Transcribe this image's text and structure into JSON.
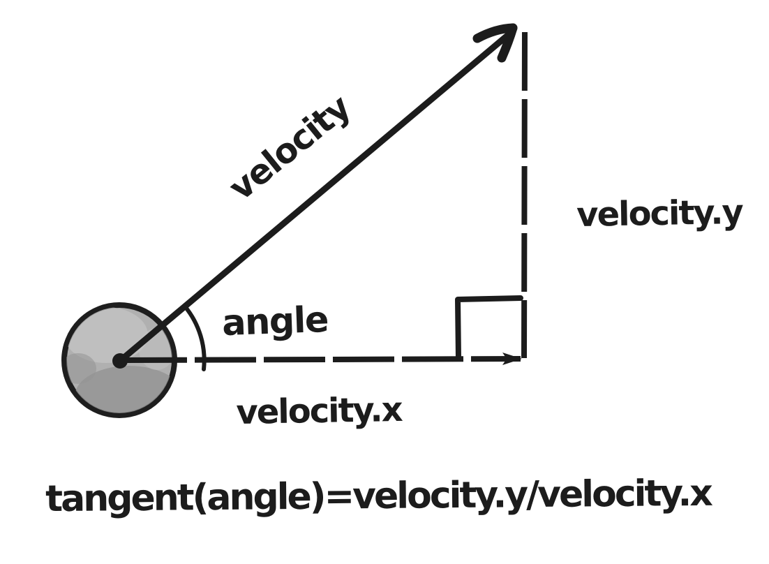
{
  "diagram": {
    "labels": {
      "velocity_vector": "velocity",
      "velocity_y": "velocity.y",
      "angle": "angle",
      "velocity_x": "velocity.x",
      "formula": "tangent(angle)=velocity.y/velocity.x"
    },
    "colors": {
      "ink": "#1c1c1c",
      "background": "#ffffff",
      "ball_fill": "#b0b0b0",
      "ball_highlight": "#c4c4c4",
      "ball_shadow": "#949494",
      "ball_outline": "#1e1e1e"
    }
  }
}
